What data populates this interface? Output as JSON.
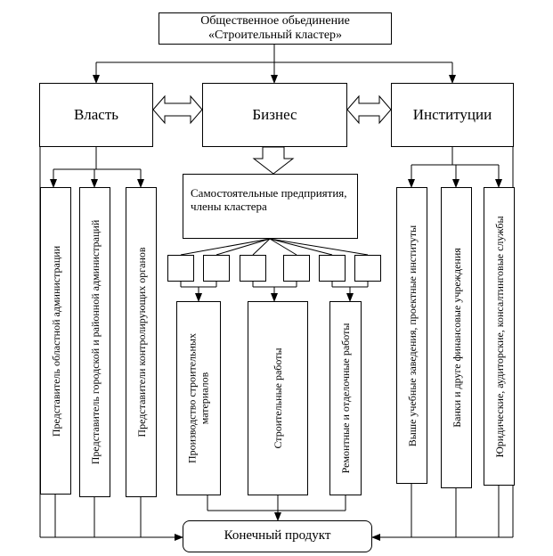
{
  "cluster": {
    "line1": "Общественное обьединение",
    "line2": "«Строительный кластер»"
  },
  "pillars": {
    "power": "Власть",
    "business": "Бизнес",
    "institutions": "Институции"
  },
  "members": {
    "line1": "Самостоятельные предприятия,",
    "line2": "члены кластера"
  },
  "power_reps": [
    "Представитель областной администрации",
    "Представитель городской и районной администраций",
    "Представители контролирующих органов"
  ],
  "business_works": {
    "materials_line1": "Производство строительных",
    "materials_line2": "материалов",
    "construction": "Строительные работы",
    "finishing": "Ремонтные и отделочные работы"
  },
  "institutions": [
    "Выше учебные заведения, проектные институты",
    "Банки и друге финансовые учреждения",
    "Юридические, аудиторские, консалтинговые службы"
  ],
  "final_product": "Конечный продукт"
}
